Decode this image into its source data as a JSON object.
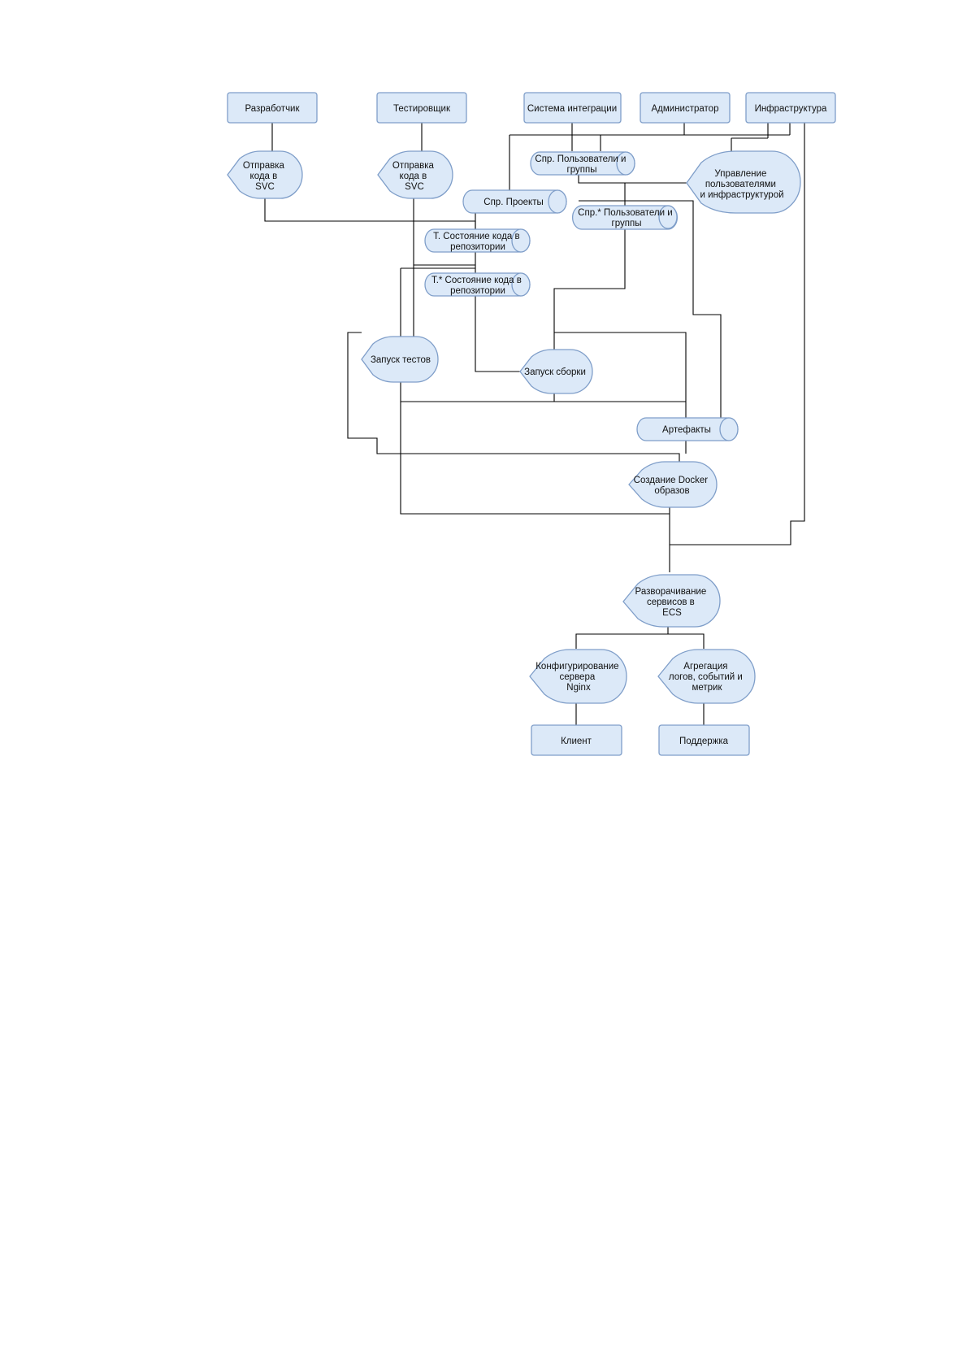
{
  "colors": {
    "node_fill": "#dce9f8",
    "node_stroke": "#7f9ec9",
    "line": "#000000"
  },
  "nodes": {
    "developer": [
      "Разработчик"
    ],
    "tester": [
      "Тестировщик"
    ],
    "ci_system": [
      "Система интеграции"
    ],
    "admin": [
      "Администратор"
    ],
    "infrastructure": [
      "Инфраструктура"
    ],
    "send_code_dev": [
      "Отправка",
      "кода в",
      "SVC"
    ],
    "send_code_tester": [
      "Отправка",
      "кода в",
      "SVC"
    ],
    "users_groups_ref": [
      "Спр. Пользователи и",
      "группы"
    ],
    "user_infra_mgmt": [
      "Управление",
      "пользователями",
      "и инфраструктурой"
    ],
    "projects_ref": [
      "Спр. Проекты"
    ],
    "users_groups_ref2": [
      "Спр.* Пользователи и",
      "группы"
    ],
    "repo_state": [
      "Т. Состояние кода в",
      "репозитории"
    ],
    "repo_state2": [
      "Т.* Состояние кода в",
      "репозитории"
    ],
    "run_tests": [
      "Запуск тестов"
    ],
    "run_build": [
      "Запуск сборки"
    ],
    "artifacts": [
      "Артефакты"
    ],
    "docker_images": [
      "Создание Docker",
      "образов"
    ],
    "deploy_ecs": [
      "Разворачивание",
      "сервисов в",
      "ECS"
    ],
    "nginx_config": [
      "Конфигурирование",
      "сервера",
      "Nginx"
    ],
    "log_aggregation": [
      "Агрегация",
      "логов, событий и",
      "метрик"
    ],
    "client": [
      "Клиент"
    ],
    "support": [
      "Поддержка"
    ]
  }
}
